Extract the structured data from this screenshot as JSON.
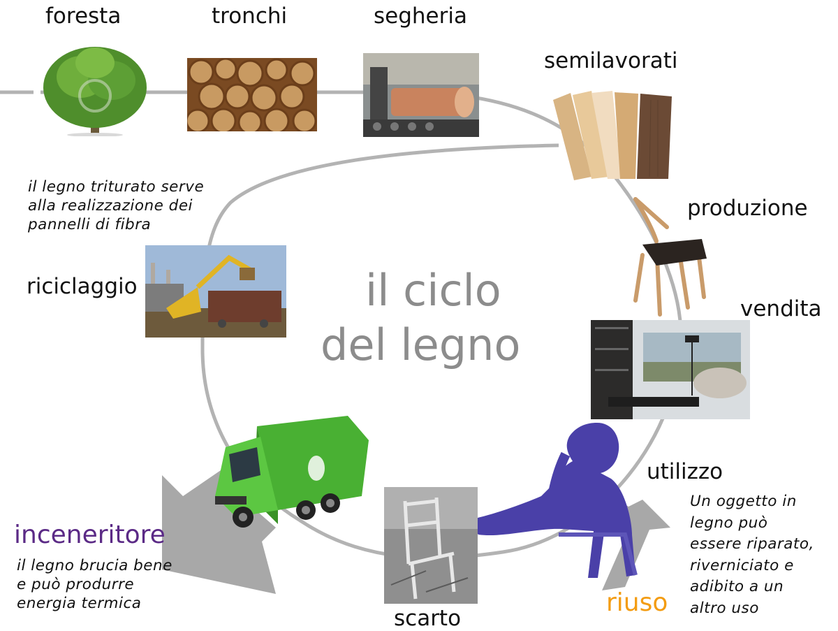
{
  "title": {
    "line1": "il ciclo",
    "line2": "del  legno"
  },
  "stages": {
    "foresta": "foresta",
    "tronchi": "tronchi",
    "segheria": "segheria",
    "semilavorati": "semilavorati",
    "produzione": "produzione",
    "vendita": "vendita",
    "utilizzo": "utilizzo",
    "scarto": "scarto",
    "riciclaggio": "riciclaggio",
    "inceneritore": "inceneritore",
    "riuso": "riuso"
  },
  "notes": {
    "riciclaggio": [
      "il legno triturato serve",
      "alla realizzazione dei",
      "pannelli di fibra"
    ],
    "inceneritore": [
      "il legno brucia bene",
      "e può produrre",
      "energia termica"
    ],
    "riuso": [
      "Un oggetto in",
      "legno può",
      "essere riparato,",
      "riverniciato e",
      "adibito a un",
      "altro uso"
    ]
  },
  "colors": {
    "cycle_line": "#b3b3b3",
    "arrow": "#a8a8a8",
    "title": "#8c8c8c",
    "inceneritore": "#5b2a86",
    "riuso": "#f39c12",
    "silhouette": "#4a40a8"
  },
  "icons": [
    "tree",
    "log-pile",
    "sawmill",
    "wood-planks",
    "chair",
    "living-room",
    "person-silhouette",
    "broken-chair",
    "garbage-truck",
    "excavator"
  ]
}
